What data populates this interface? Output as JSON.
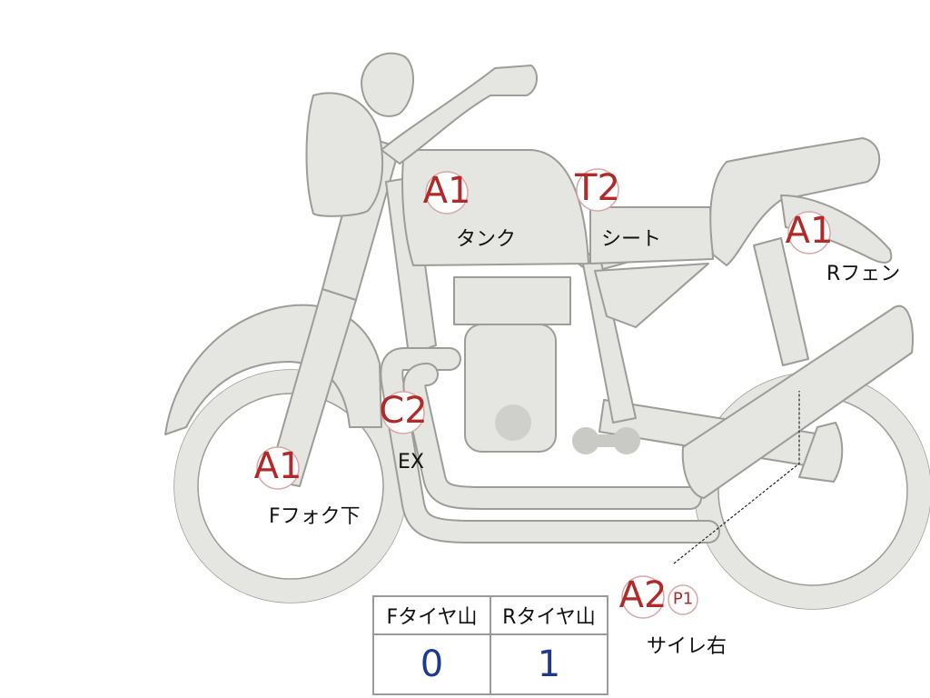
{
  "markers": {
    "tank": {
      "code": "A1",
      "label": "タンク"
    },
    "seat": {
      "code": "T2",
      "label": "シート"
    },
    "rear_fender": {
      "code": "A1",
      "label": "Rフェン"
    },
    "exhaust": {
      "code": "C2",
      "label": "EX"
    },
    "front_fork": {
      "code": "A1",
      "label": "Fフォク下"
    },
    "muffler_right": {
      "code": "A2",
      "sub_code": "P1",
      "label": "サイレ右"
    }
  },
  "tread_table": {
    "front_header": "Fタイヤ山",
    "rear_header": "Rタイヤ山",
    "front_value": "0",
    "rear_value": "1"
  },
  "colors": {
    "body_fill": "#e5e5e1",
    "outline": "#9c9c98",
    "damage_code": "#b02a2a",
    "value_text": "#1f3a8a"
  }
}
